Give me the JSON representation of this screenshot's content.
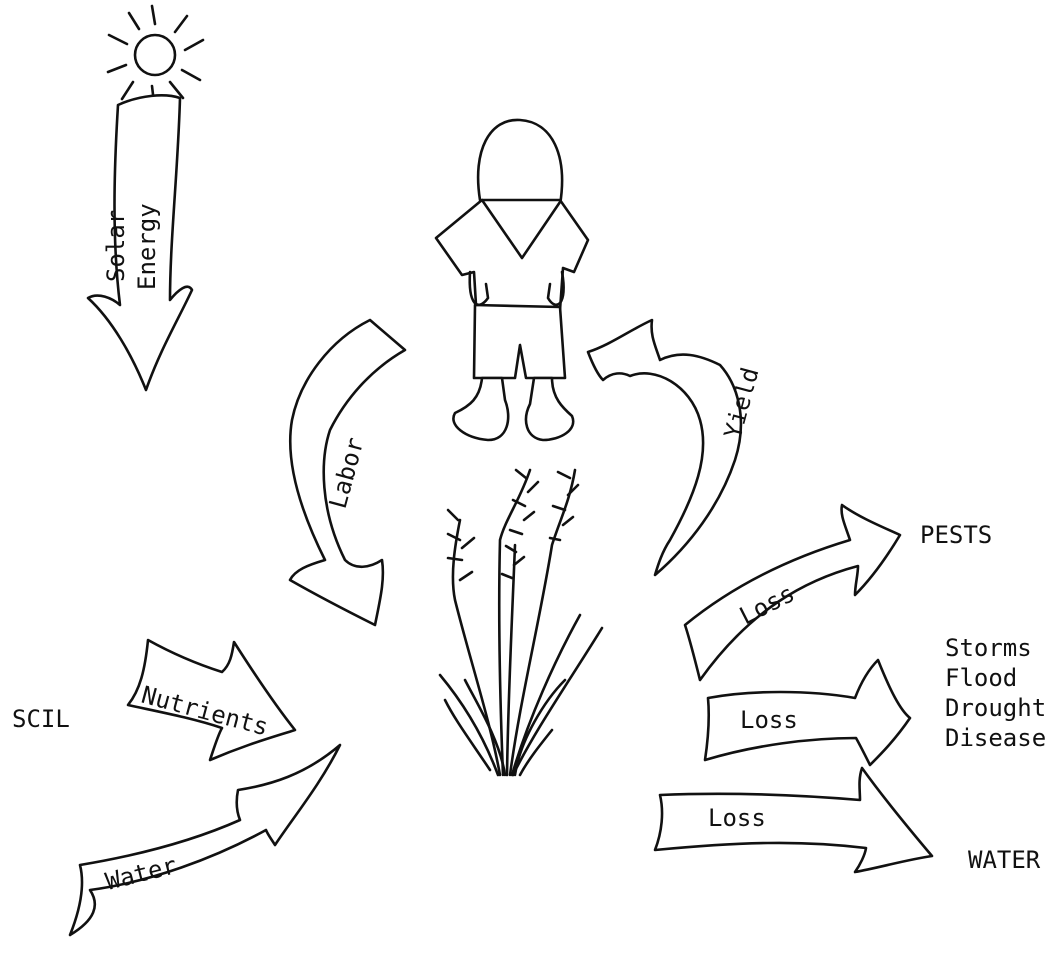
{
  "arrows": {
    "solar_energy": [
      "Solar",
      "Energy"
    ],
    "labor": "Labor",
    "yield": "Yield",
    "nutrients": "Nutrients",
    "water_in": "Water",
    "loss_pests": "Loss",
    "loss_hazards": "Loss",
    "loss_water": "Loss"
  },
  "sources_sinks": {
    "soil": "SCIL",
    "pests": "PESTS",
    "hazards": [
      "Storms",
      "Flood",
      "Drought",
      "Disease"
    ],
    "water_out": "WATER"
  },
  "icons": [
    "sun-icon",
    "farmer-figure",
    "grass-plant"
  ]
}
